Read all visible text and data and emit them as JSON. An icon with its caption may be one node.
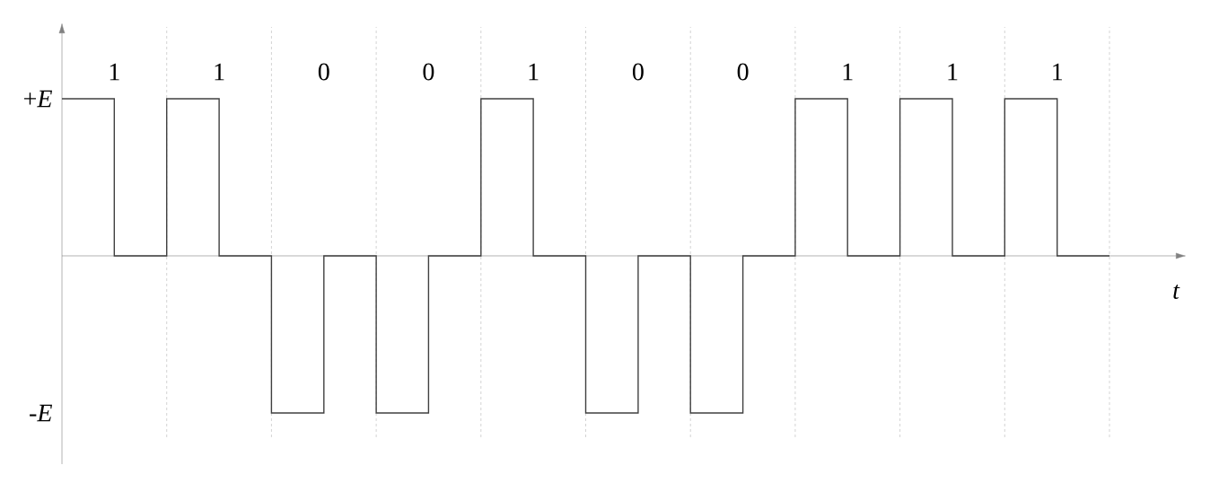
{
  "diagram": {
    "labels": [
      "1",
      "1",
      "0",
      "0",
      "1",
      "0",
      "0",
      "1",
      "1",
      "1",
      "+*E*",
      "t",
      "-*E*"
    ]
  }
}
